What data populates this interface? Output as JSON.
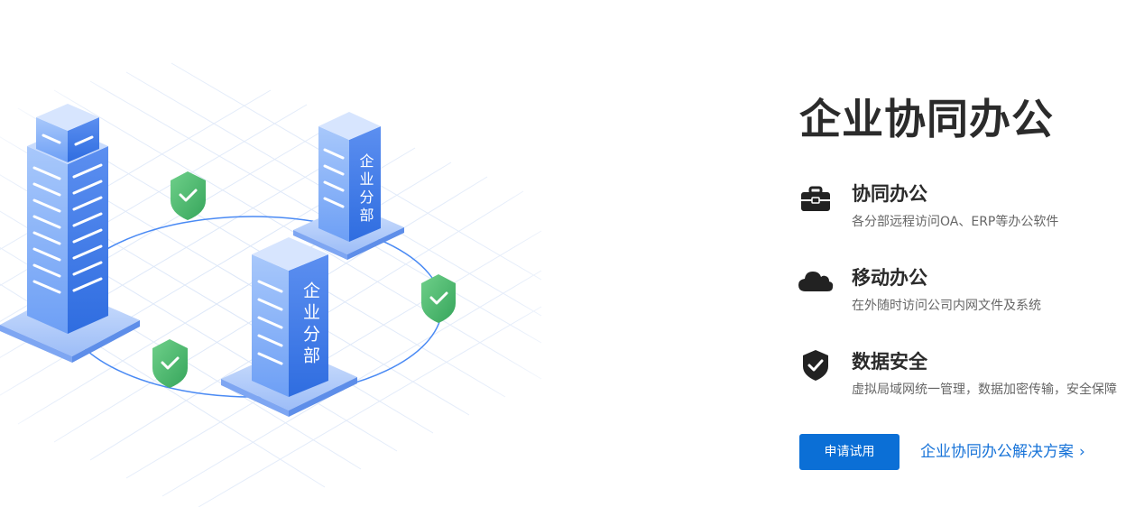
{
  "illustration": {
    "building_label_1": "企业分部",
    "building_label_2": "企业分部",
    "accent_blue": "#4a8af4",
    "shield_green": "#46b46b"
  },
  "hero": {
    "title": "企业协同办公"
  },
  "features": [
    {
      "icon": "briefcase-icon",
      "name": "协同办公",
      "desc": "各分部远程访问OA、ERP等办公软件"
    },
    {
      "icon": "cloud-icon",
      "name": "移动办公",
      "desc": "在外随时访问公司内网文件及系统"
    },
    {
      "icon": "shield-check-icon",
      "name": "数据安全",
      "desc": "虚拟局域网统一管理，数据加密传输，安全保障"
    }
  ],
  "actions": {
    "trial_label": "申请试用",
    "solution_link": "企业协同办公解决方案",
    "chevron": "›",
    "primary_color": "#0b6fd6"
  }
}
